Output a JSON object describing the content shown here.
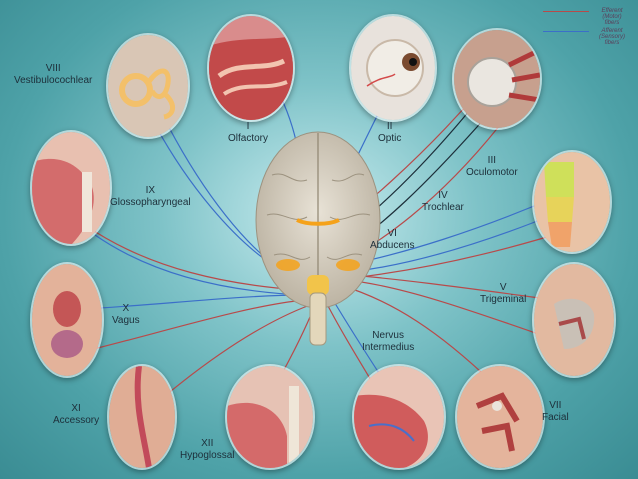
{
  "legend": {
    "efferent": {
      "label": "Efferent (Motor)",
      "sub": "fibers",
      "color": "#b84a4a"
    },
    "afferent": {
      "label": "Afferent (Sensory)",
      "sub": "fibers",
      "color": "#3b6fc9"
    }
  },
  "nerves": {
    "olfactory": {
      "numeral": "I",
      "name": "Olfactory"
    },
    "optic": {
      "numeral": "II",
      "name": "Optic"
    },
    "oculomotor": {
      "numeral": "III",
      "name": "Oculomotor"
    },
    "trochlear": {
      "numeral": "IV",
      "name": "Trochlear"
    },
    "trigeminal": {
      "numeral": "V",
      "name": "Trigeminal"
    },
    "abducens": {
      "numeral": "VI",
      "name": "Abducens"
    },
    "facial": {
      "numeral": "VII",
      "name": "Facial"
    },
    "vestibulocochlear": {
      "numeral": "VIII",
      "name": "Vestibulocochlear"
    },
    "glossopharyngeal": {
      "numeral": "IX",
      "name": "Glossopharyngeal"
    },
    "vagus": {
      "numeral": "X",
      "name": "Vagus"
    },
    "accessory": {
      "numeral": "XI",
      "name": "Accessory"
    },
    "hypoglossal": {
      "numeral": "XII",
      "name": "Hypoglossal"
    },
    "nervus_intermedius": {
      "line1": "Nervus",
      "line2": "Intermedius"
    }
  }
}
